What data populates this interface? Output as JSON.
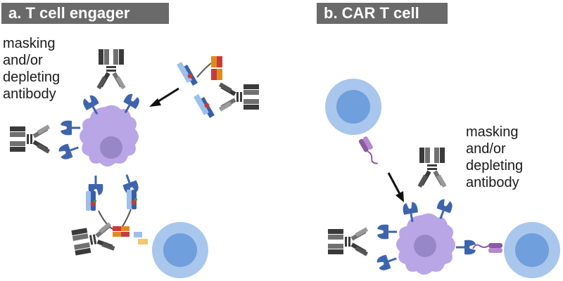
{
  "panels": {
    "a": {
      "title": "a. T cell engager",
      "label_lines": [
        "masking",
        "and/or",
        "depleting",
        "antibody"
      ]
    },
    "b": {
      "title": "b. CAR T cell",
      "label_lines": [
        "masking",
        "and/or",
        "depleting",
        "antibody"
      ]
    }
  },
  "colors": {
    "header_bg": "#6a6a6a",
    "t_cell": "#a9c6ec",
    "t_cell_nucleus": "#6f9fdc",
    "target_cell": "#b8a6e6",
    "target_nucleus": "#9787c9",
    "antigen": "#3e64ad",
    "antibody_dark": "#3a3a3a",
    "antibody_mid": "#808080",
    "engager_blue": "#3a5ea8",
    "engager_light": "#9cc0ea",
    "engager_red": "#c73b3b",
    "engager_orange": "#e08c1c",
    "car_purple": "#8c5aa8"
  }
}
